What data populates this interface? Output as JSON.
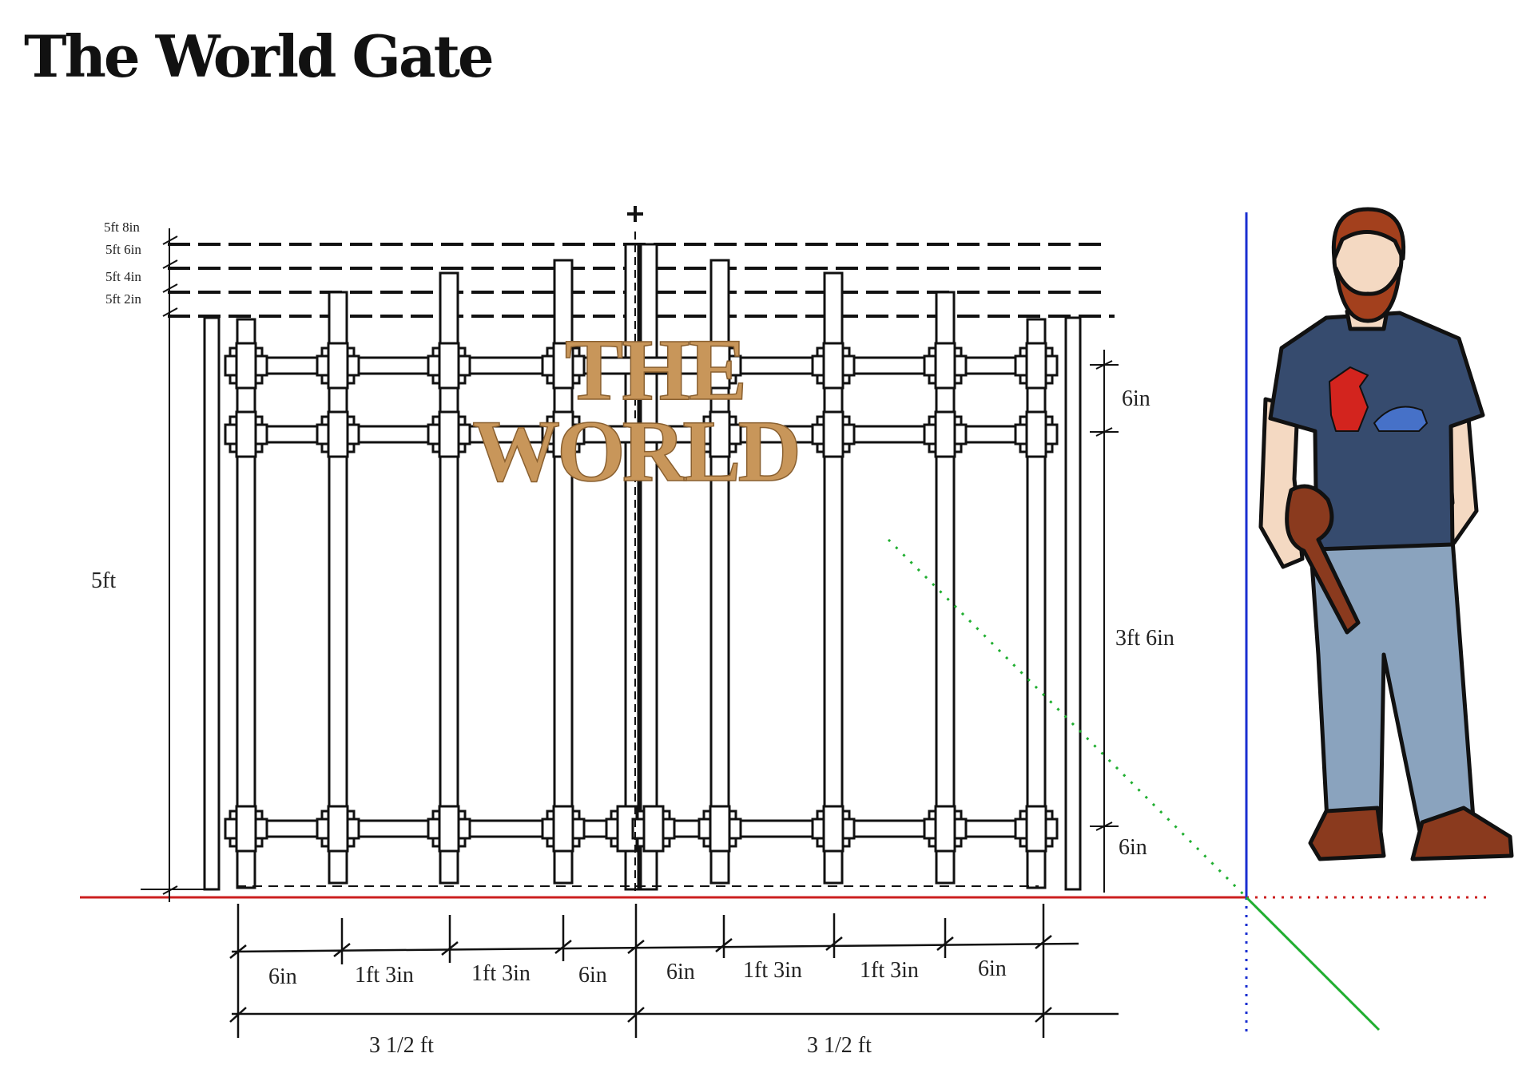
{
  "title": "The World Gate",
  "logo": {
    "line1": "THE",
    "line2": "WORLD",
    "color": "#c8965a"
  },
  "height_marks": [
    "5ft 8in",
    "5ft 6in",
    "5ft 4in",
    "5ft 2in"
  ],
  "left_height": "5ft",
  "right_dims": {
    "top": "6in",
    "middle": "3ft 6in",
    "bottom": "6in"
  },
  "bottom_dims": {
    "left_segments": [
      "6in",
      "1ft 3in",
      "1ft 3in",
      "6in"
    ],
    "right_segments": [
      "6in",
      "1ft 3in",
      "1ft 3in",
      "6in"
    ],
    "left_total": "3 1/2 ft",
    "right_total": "3 1/2 ft"
  },
  "colors": {
    "ground": "#cc1f1f",
    "vertical_axis": "#1a2fd1",
    "depth_axis": "#1fae2f",
    "shirt": "#364b6e",
    "jeans": "#8aa3be",
    "beard": "#a3401d"
  }
}
